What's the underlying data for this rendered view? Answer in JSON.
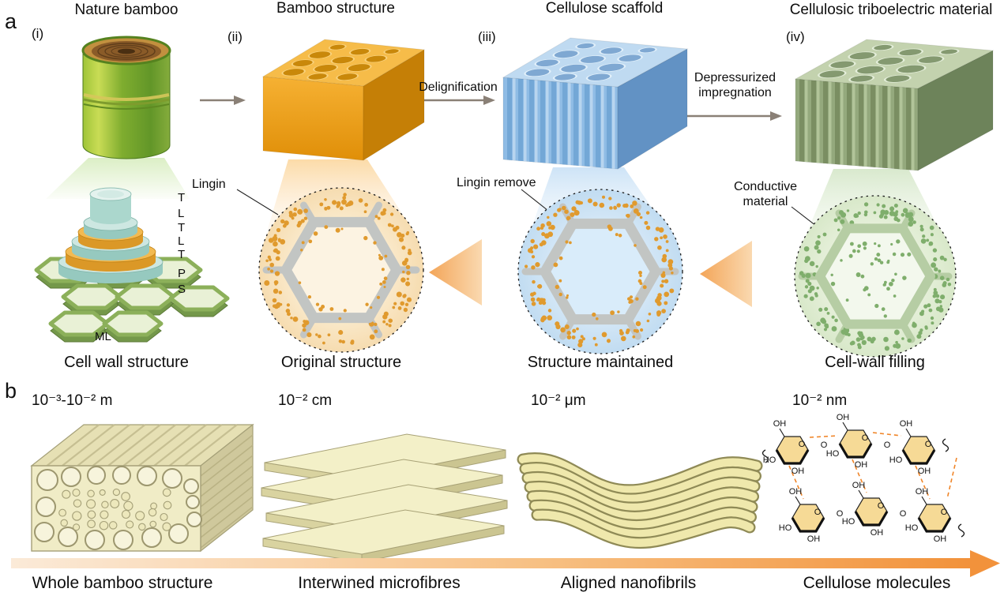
{
  "panel_a": {
    "label": "a",
    "stages": [
      {
        "numeral": "(i)",
        "title": "Nature bamboo",
        "caption": "Cell wall structure"
      },
      {
        "numeral": "(ii)",
        "title": "Bamboo structure",
        "caption": "Original structure"
      },
      {
        "numeral": "(iii)",
        "title": "Cellulose scaffold",
        "caption": "Structure maintained"
      },
      {
        "numeral": "(iv)",
        "title": "Cellulosic triboelectric material",
        "caption": "Cell-wall filling"
      }
    ],
    "process_arrows": {
      "a2": "Delignification",
      "a3": "Depressurized impregnation"
    },
    "annotations": {
      "lignin": "Lingin",
      "lignin_remove": "Lingin remove",
      "conductive": "Conductive material"
    },
    "layer_labels": [
      "T",
      "L",
      "T",
      "L",
      "T",
      "P",
      "S",
      "ML"
    ]
  },
  "panel_b": {
    "label": "b",
    "items": [
      {
        "scale": "10⁻³-10⁻² m",
        "caption": "Whole bamboo structure"
      },
      {
        "scale": "10⁻² cm",
        "caption": "Interwined microfibres"
      },
      {
        "scale": "10⁻² μm",
        "caption": "Aligned nanofibrils"
      },
      {
        "scale": "10⁻² nm",
        "caption": "Cellulose molecules"
      }
    ],
    "mol": {
      "oh": "OH",
      "ho": "HO",
      "o": "O"
    }
  },
  "colors": {
    "bamboo_orange": "#EFA31B",
    "cellulose_blue": "#8CBCE4",
    "composite_green": "#8CA476",
    "dot_orange": "#E09A2E",
    "dot_green": "#7FAE6C",
    "arrow_orange": "#F2923B"
  }
}
